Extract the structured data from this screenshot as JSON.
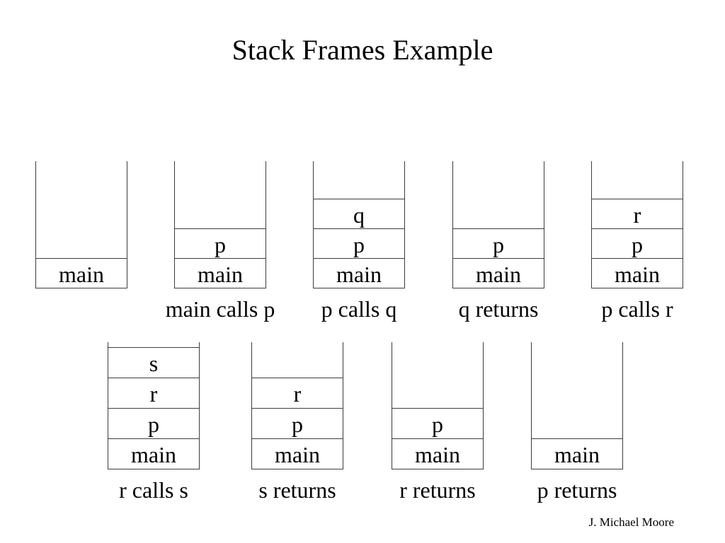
{
  "slide": {
    "title": "Stack Frames Example",
    "footer": "J. Michael Moore"
  },
  "colors": {
    "background": "#ffffff",
    "line": "#3c3c3c",
    "text": "#000000"
  },
  "rows": [
    {
      "stacks": [
        {
          "frames": [
            "main"
          ],
          "caption": ""
        },
        {
          "frames": [
            "p",
            "main"
          ],
          "caption": "main calls p"
        },
        {
          "frames": [
            "q",
            "p",
            "main"
          ],
          "caption": "p calls q"
        },
        {
          "frames": [
            "p",
            "main"
          ],
          "caption": "q returns"
        },
        {
          "frames": [
            "r",
            "p",
            "main"
          ],
          "caption": "p calls r"
        }
      ]
    },
    {
      "stacks": [
        {
          "frames": [
            "s",
            "r",
            "p",
            "main"
          ],
          "caption": "r calls s"
        },
        {
          "frames": [
            "r",
            "p",
            "main"
          ],
          "caption": "s returns"
        },
        {
          "frames": [
            "p",
            "main"
          ],
          "caption": "r returns"
        },
        {
          "frames": [
            "main"
          ],
          "caption": "p returns"
        }
      ]
    }
  ]
}
